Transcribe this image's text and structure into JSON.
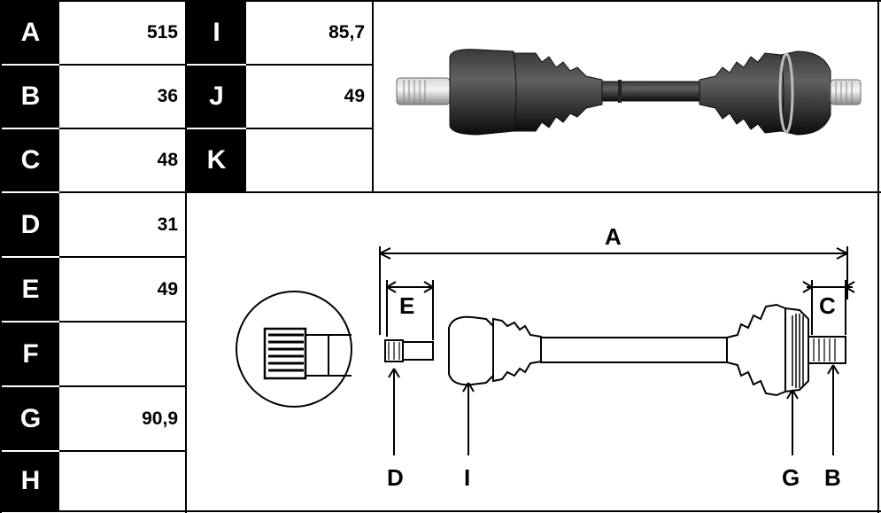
{
  "left_table": [
    {
      "key": "A",
      "value": "515"
    },
    {
      "key": "B",
      "value": "36"
    },
    {
      "key": "C",
      "value": "48"
    },
    {
      "key": "D",
      "value": "31"
    },
    {
      "key": "E",
      "value": "49"
    },
    {
      "key": "F",
      "value": ""
    },
    {
      "key": "G",
      "value": "90,9"
    },
    {
      "key": "H",
      "value": ""
    }
  ],
  "right_table": [
    {
      "key": "I",
      "value": "85,7"
    },
    {
      "key": "J",
      "value": "49"
    },
    {
      "key": "K",
      "value": ""
    }
  ],
  "diagram_labels": {
    "A": "A",
    "E": "E",
    "C": "C",
    "D": "D",
    "I": "I",
    "G": "G",
    "B": "B"
  }
}
